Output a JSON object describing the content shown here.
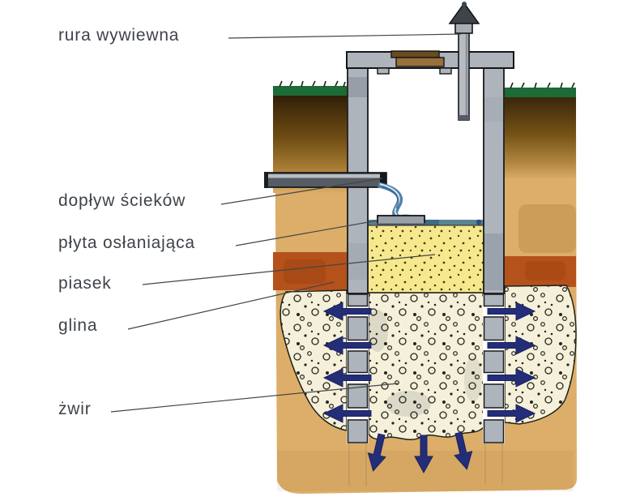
{
  "labels": {
    "vent_pipe": "rura wywiewna",
    "sewage_inflow": "dopływ ścieków",
    "cover_plate": "płyta osłaniająca",
    "sand": "piasek",
    "clay": "glina",
    "gravel": "żwir"
  },
  "colors": {
    "label_text": "#3e434a",
    "leader_line": "#454545",
    "grass": "#1d6b36",
    "topsoil_dark": "#2a1a06",
    "soil_brown": "#6f4c14",
    "ground_tan": "#dcae69",
    "clay_red": "#b5511b",
    "sand_yellow": "#f6e88d",
    "gravel_cream": "#f5f0da",
    "concrete": "#aeb4bc",
    "concrete_dark": "#8b93a0",
    "wood_hatch": "#97703a",
    "wood_dark": "#6b4a1e",
    "pipe_dark": "#565c63",
    "pipe_light": "#b7bcc3",
    "water_blue": "#4f81ab",
    "waterline_teal": "#4c7f96",
    "arrow_navy": "#232d78",
    "outline": "#1a1a1a"
  }
}
